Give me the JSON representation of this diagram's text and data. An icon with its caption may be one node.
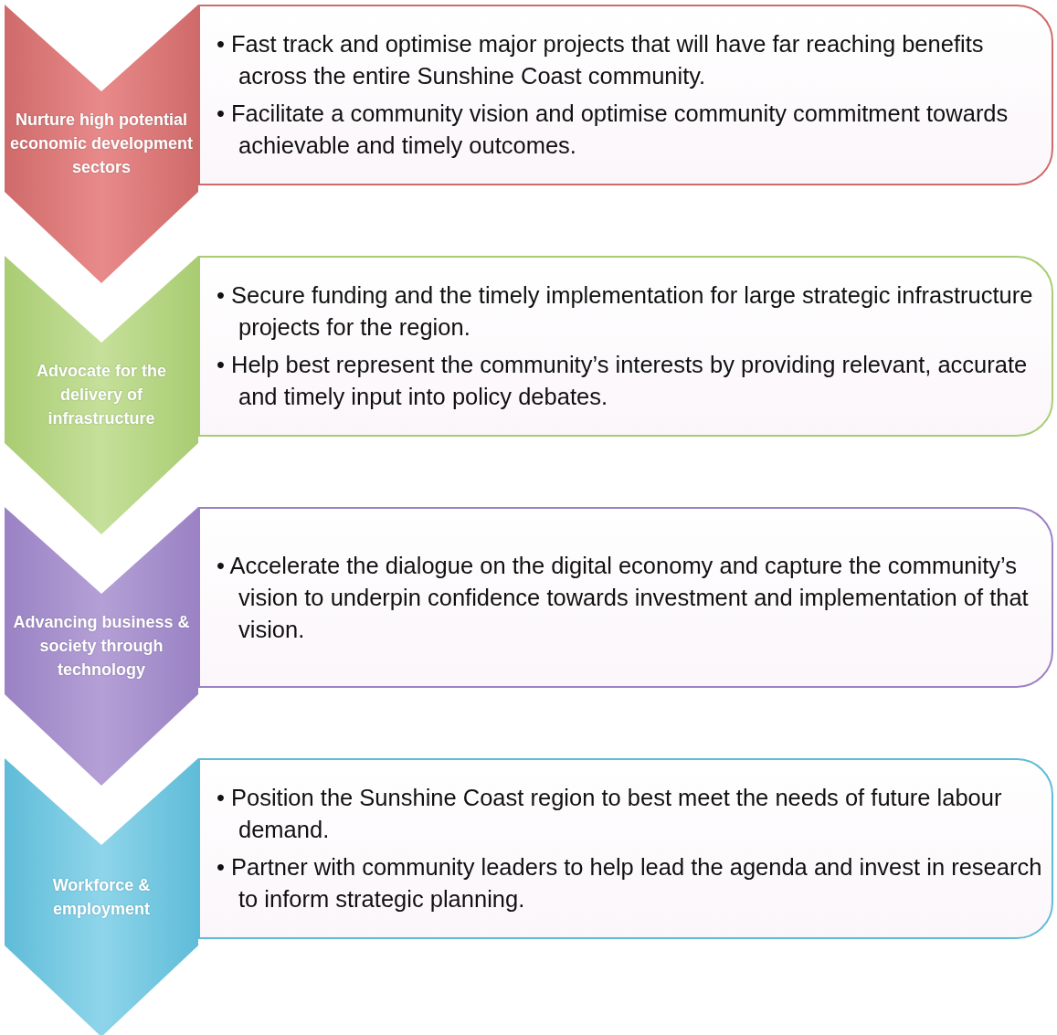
{
  "diagram": {
    "nodes": [
      {
        "text": [
          "Nurture high potential economic development sectors"
        ]
      },
      {
        "text": [
          "• Fast track and optimise major projects that will have far reaching benefits across the entire Sunshine Coast community.",
          "• Facilitate a community vision and optimise community commitment towards achievable and timely outcomes."
        ]
      },
      {
        "text": [
          "Advocate for the delivery of infrastructure"
        ]
      },
      {
        "text": [
          "• Secure funding and the timely implementation for large strategic infrastructure projects for the region.",
          "• Help best represent the community’s interests by providing relevant, accurate and timely input into policy debates."
        ]
      },
      {
        "text": [
          "Advancing business & society through technology"
        ]
      },
      {
        "text": [
          "• Accelerate the dialogue on the digital economy and capture the community’s vision to underpin confidence towards investment and implementation of that vision."
        ]
      },
      {
        "text": [
          "Workforce & employment"
        ]
      },
      {
        "text": [
          "• Position the Sunshine Coast region to best meet the needs of future labour demand.",
          "• Partner with community leaders to help lead the agenda and invest in research to inform strategic planning."
        ]
      }
    ]
  }
}
